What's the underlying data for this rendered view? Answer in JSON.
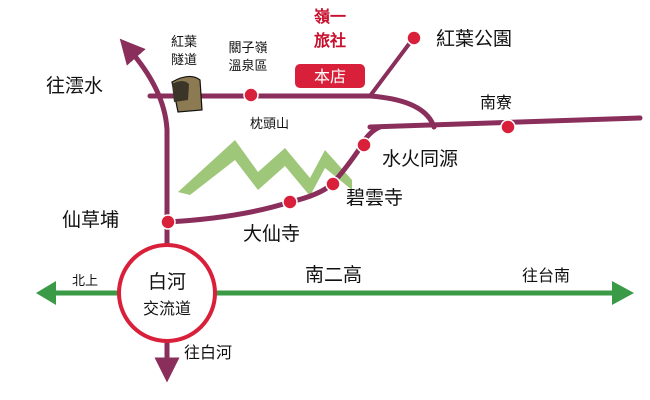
{
  "colors": {
    "purple_road": "#8a2e5b",
    "green_road": "#3a9a46",
    "red_marker": "#d9203a",
    "mountain": "#9fc77a",
    "store_box": "#d9203a",
    "tunnel": "#8c7a52"
  },
  "places": {
    "hongye_tunnel": [
      "紅葉",
      "隧道"
    ],
    "guanziling_hotspring": [
      "關子嶺",
      "溫泉區"
    ],
    "lingyi_hotel": [
      "嶺一",
      "旅社"
    ],
    "main_store": "本店",
    "hongye_park": "紅葉公園",
    "wang_yunshui": "往澐水",
    "nanliao": "南寮",
    "zhentoushan": "枕頭山",
    "shuihuotongyuan": "水火同源",
    "biyunsi": "碧雲寺",
    "daxiansi": "大仙寺",
    "xiancaopu": "仙草埔",
    "baihe_interchange": [
      "白河",
      "交流道"
    ],
    "nan_er_gao": "南二高",
    "beishang": "北上",
    "wang_tainan": "往台南",
    "wang_baihe": "往白河"
  },
  "icons": [
    "road-junction-icon",
    "tunnel-icon",
    "mountain-icon",
    "arrow-icon"
  ]
}
